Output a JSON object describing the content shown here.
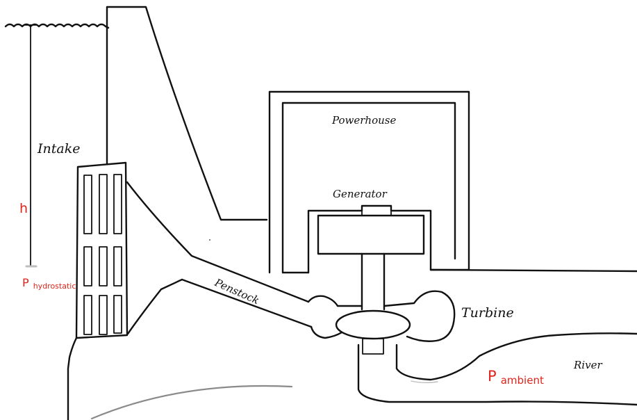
{
  "labels": {
    "intake": "Intake",
    "h": "h",
    "p_hydrostatic_main": "P",
    "p_hydrostatic_sub": "hydrostatic",
    "powerhouse": "Powerhouse",
    "generator": "Generator",
    "penstock": "Penstock",
    "turbine": "Turbine",
    "river": "River",
    "p_ambient_main": "P",
    "p_ambient_sub": "ambient"
  },
  "colors": {
    "ink": "#111111",
    "annotation": "#e0241b",
    "ground_line": "#8a8a8a"
  }
}
